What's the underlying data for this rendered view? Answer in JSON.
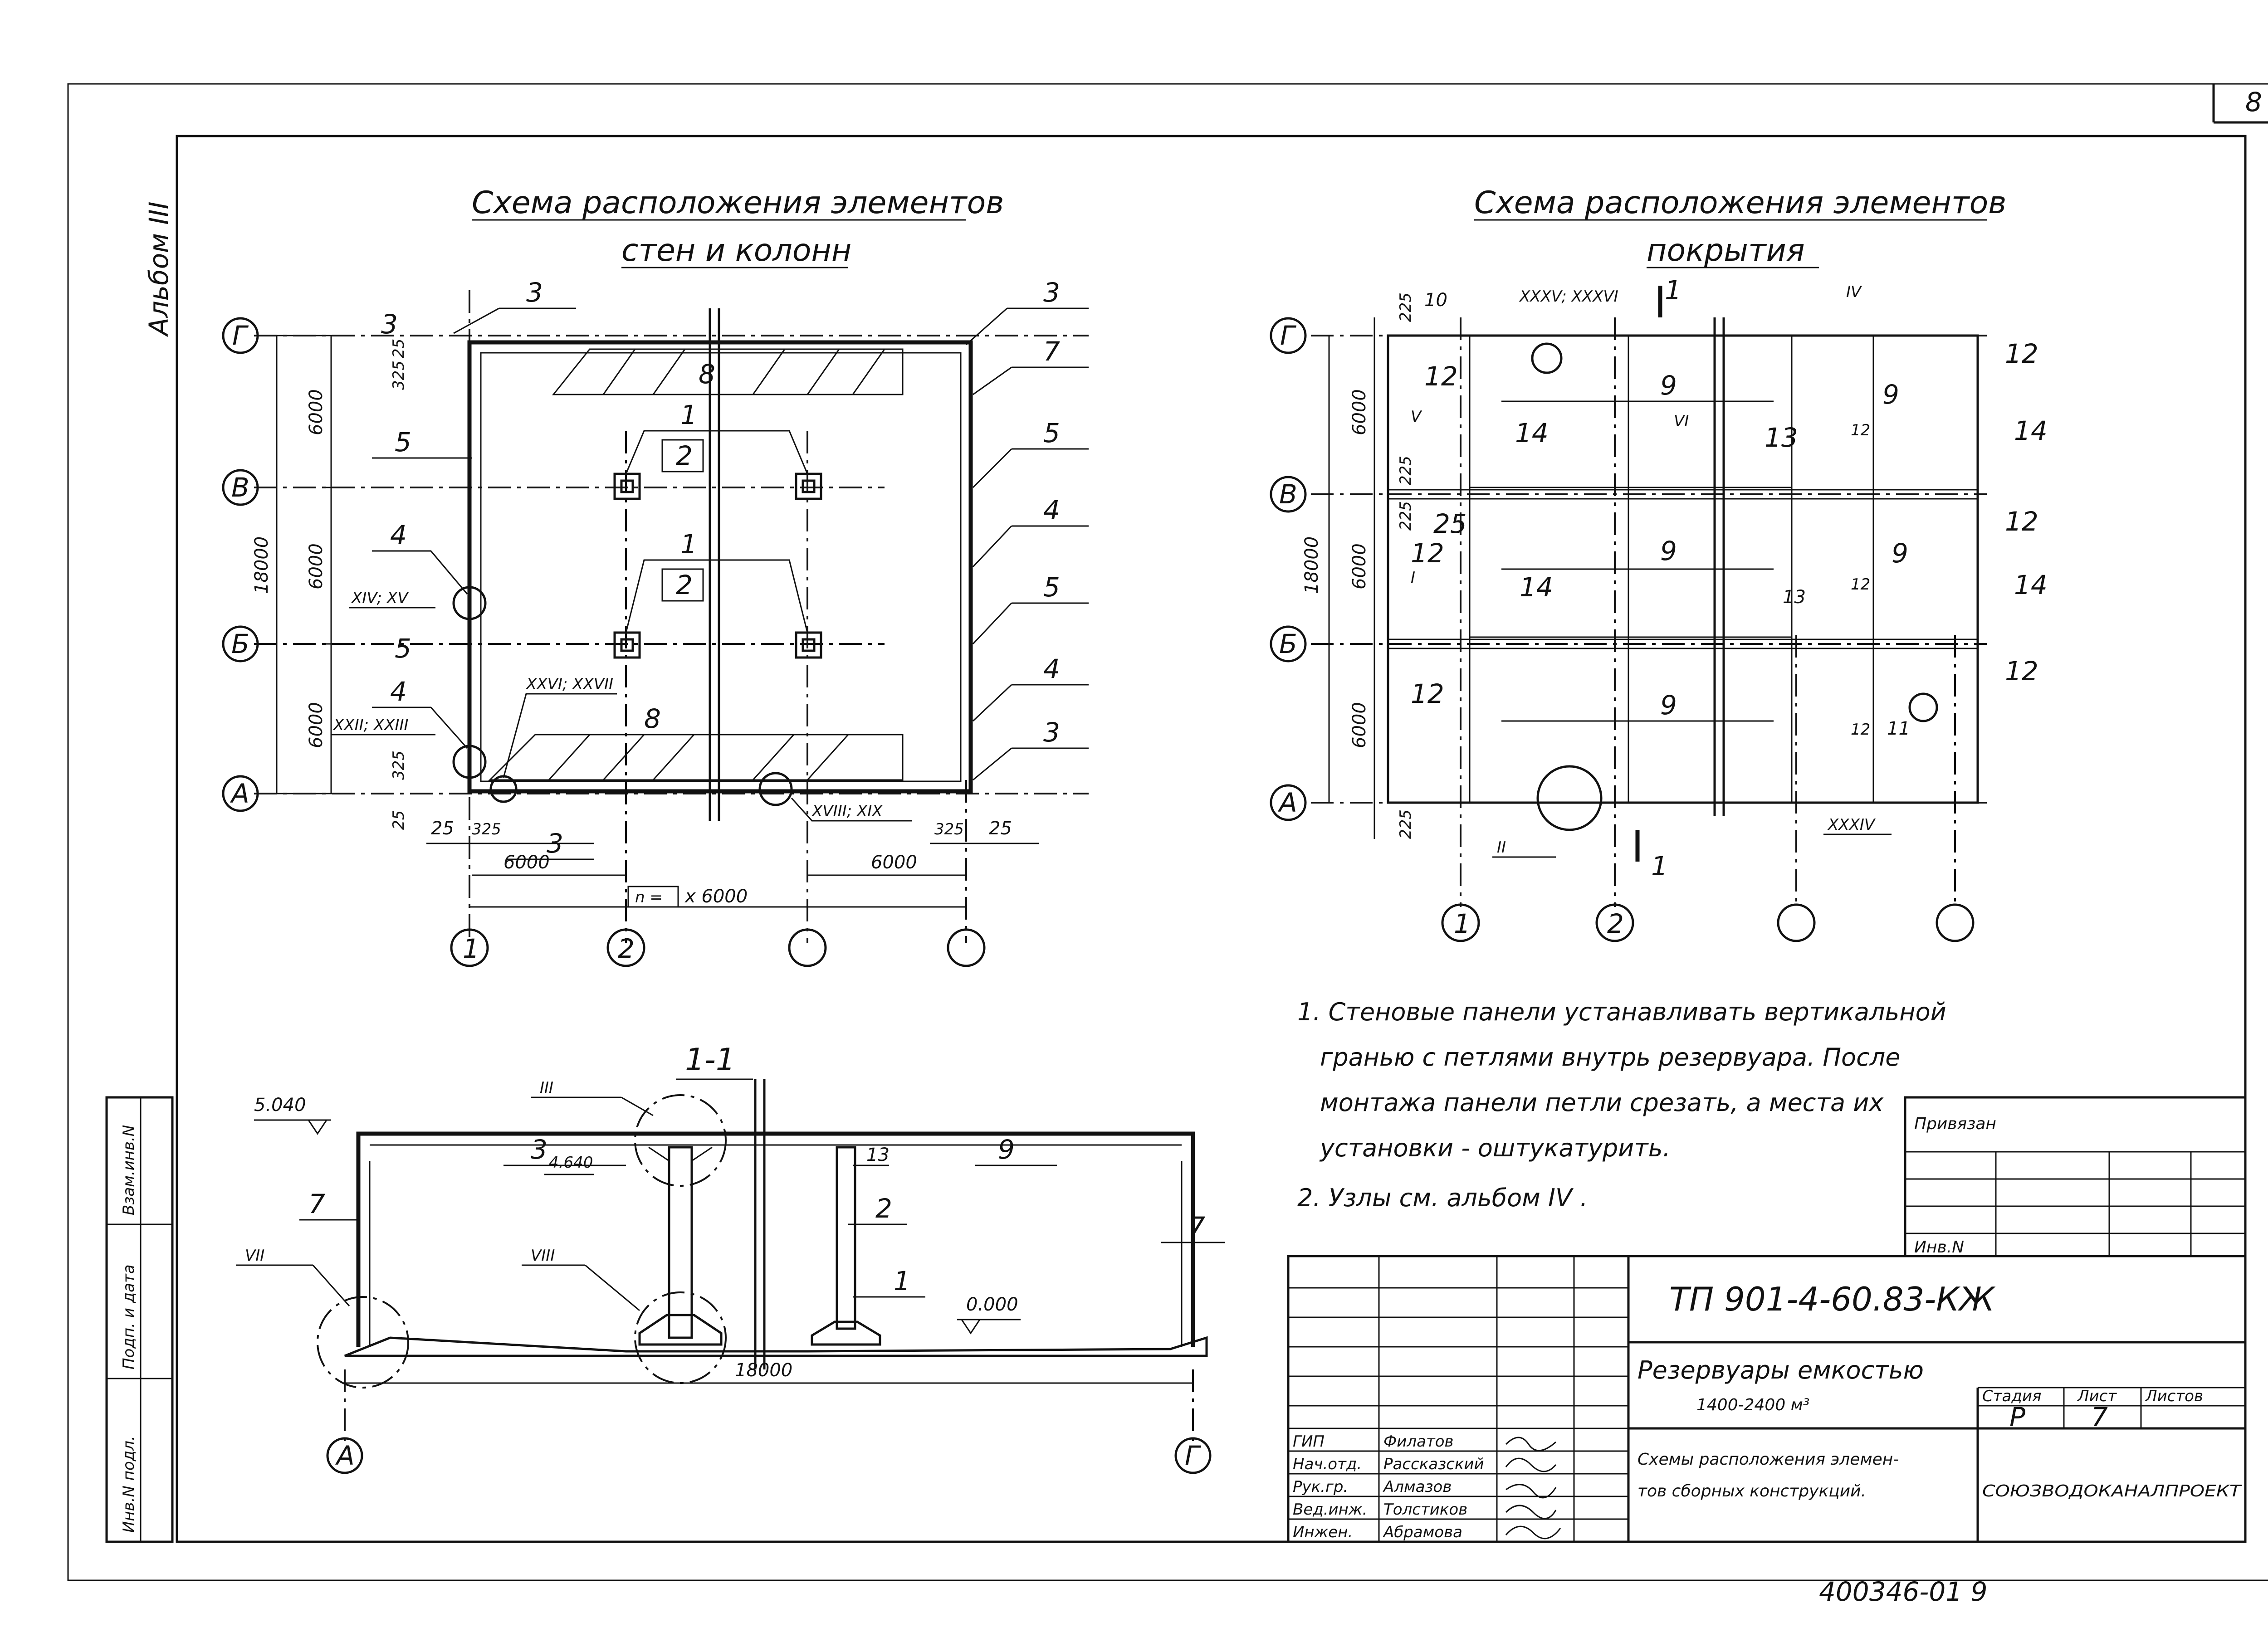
{
  "sheet": {
    "page_number": "8",
    "album_label": "Альбом III",
    "inventory_number": "400346-01 9"
  },
  "left_plan": {
    "title_line1": "Схема расположения элементов",
    "title_line2": "стен и колонн",
    "axes_rows": [
      "Г",
      "В",
      "Б",
      "А"
    ],
    "axes_cols": [
      "1",
      "2",
      "",
      ""
    ],
    "dims_vertical": [
      "6000",
      "6000",
      "6000",
      "18000",
      "25",
      "325",
      "325",
      "25"
    ],
    "dims_bottom": [
      "25",
      "325",
      "6000",
      "6000",
      "325",
      "25",
      "x 6000",
      "n ="
    ],
    "element_marks": [
      "3",
      "3",
      "7",
      "5",
      "5",
      "4",
      "4",
      "5",
      "5",
      "4",
      "4",
      "3",
      "3",
      "3",
      "8",
      "8",
      "1",
      "1",
      "2",
      "2"
    ],
    "node_refs": [
      "XIV; XV",
      "XXII; XXIII",
      "XXVI; XXVII",
      "XVIII; XIX"
    ]
  },
  "right_plan": {
    "title_line1": "Схема расположения элементов",
    "title_line2": "покрытия",
    "axes_rows": [
      "Г",
      "В",
      "Б",
      "А"
    ],
    "axes_cols": [
      "1",
      "2",
      "",
      ""
    ],
    "dims_vertical": [
      "225",
      "6000",
      "225",
      "225",
      "6000",
      "18000",
      "6000",
      "225"
    ],
    "element_marks": [
      "10",
      "12",
      "12",
      "12",
      "12",
      "12",
      "12",
      "9",
      "9",
      "9",
      "9",
      "9",
      "14",
      "14",
      "14",
      "14",
      "13",
      "13",
      "12",
      "12",
      "12",
      "25",
      "11"
    ],
    "node_refs": [
      "XXXV; XXXVI",
      "IV",
      "V",
      "VI",
      "I",
      "II",
      "XXXIV"
    ],
    "section_mark": "1"
  },
  "section": {
    "title": "1-1",
    "elevations": [
      "5.040",
      "4.640",
      "0.000"
    ],
    "span": "18000",
    "axes": [
      "А",
      "Г"
    ],
    "element_marks": [
      "7",
      "3",
      "13",
      "9",
      "2",
      "1",
      "7"
    ],
    "node_refs": [
      "III",
      "VII",
      "VIII"
    ]
  },
  "notes": {
    "line1": "1. Стеновые панели устанавливать вертикальной",
    "line2": "гранью с петлями внутрь резервуара. После",
    "line3": "монтажа панели петли срезать, а места их",
    "line4": "установки - оштукатурить.",
    "line5": "2. Узлы см. альбом IV ."
  },
  "stamp": {
    "privyazan": "Привязан",
    "inv_no": "Инв.N",
    "code": "ТП 901-4-60.83-КЖ",
    "object_line1": "Резервуары емкостью",
    "object_line2": "1400-2400 м³",
    "drawing_line1": "Схемы расположения элемен-",
    "drawing_line2": "тов сборных конструкций.",
    "stage_label": "Стадия",
    "sheet_label": "Лист",
    "sheets_label": "Листов",
    "stage": "Р",
    "sheet": "7",
    "org": "СОЮЗВОДОКАНАЛПРОЕКТ",
    "roles": [
      "ГИП",
      "Нач.отд.",
      "Рук.гр.",
      "Вед.инж.",
      "Инжен."
    ],
    "names": [
      "Филатов",
      "Рассказский",
      "Алмазов",
      "Толстиков",
      "Абрамова"
    ]
  },
  "side_strip": [
    "Взам.инв.N",
    "Подп. и дата",
    "Инв.N подл."
  ]
}
